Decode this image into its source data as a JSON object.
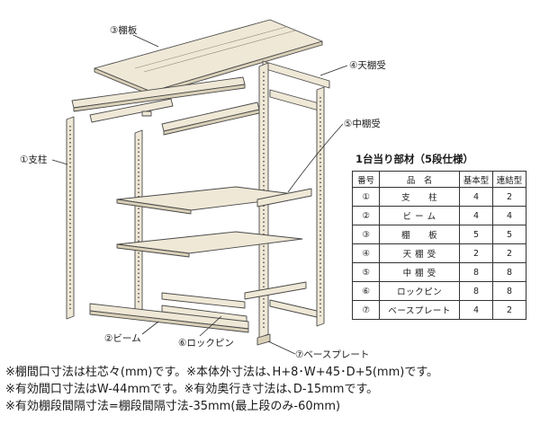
{
  "callouts": {
    "shelf_board": "③棚板",
    "top_shelf_bracket": "④天棚受",
    "middle_shelf_bracket": "⑤中棚受",
    "post": "①支柱",
    "beam": "②ビーム",
    "lock_pin": "⑥ロックピン",
    "base_plate": "⑦ベースプレート"
  },
  "parts_table": {
    "title": "1台当り部材（5段仕様）",
    "headers": {
      "no": "番号",
      "name": "品　名",
      "basic": "基本型",
      "linked": "連結型"
    },
    "rows": [
      {
        "no": "①",
        "name": "支　　柱",
        "basic": "4",
        "linked": "2"
      },
      {
        "no": "②",
        "name": "ビ ー ム",
        "basic": "4",
        "linked": "4"
      },
      {
        "no": "③",
        "name": "棚　　板",
        "basic": "5",
        "linked": "5"
      },
      {
        "no": "④",
        "name": "天 棚 受",
        "basic": "2",
        "linked": "2"
      },
      {
        "no": "⑤",
        "name": "中 棚 受",
        "basic": "8",
        "linked": "8"
      },
      {
        "no": "⑥",
        "name": "ロックピン",
        "basic": "8",
        "linked": "8"
      },
      {
        "no": "⑦",
        "name": "ベースプレート",
        "basic": "4",
        "linked": "2"
      }
    ]
  },
  "notes": [
    "※棚間口寸法は柱芯々(mm)です。※本体外寸法は､H+8･W+45･D+5(mm)です。",
    "※有効間口寸法はW-44mmです。※有効奥行き寸法は､D-15mmです。",
    "※有効棚段間隔寸法=棚段間隔寸法-35mm(最上段のみ-60mm)"
  ]
}
